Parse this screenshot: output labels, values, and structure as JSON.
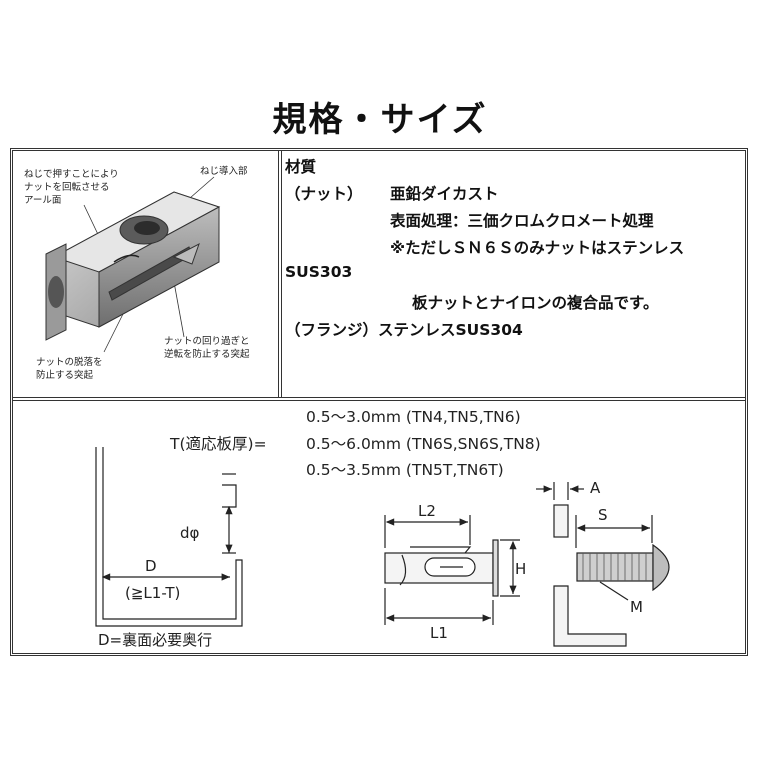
{
  "title": "規格・サイズ",
  "illustration": {
    "callouts": {
      "arc_surface": [
        "ねじで押すことにより",
        "ナットを回転させる",
        "アール面"
      ],
      "screw_entry": "ねじ導入部",
      "fall_prevention": [
        "ナットの脱落を",
        "防止する突起"
      ],
      "over_rotation": [
        "ナットの回り過ぎと",
        "逆転を防止する突起"
      ]
    }
  },
  "material": {
    "heading": "材質",
    "nut_label": "（ナット）",
    "nut_material": "亜鉛ダイカスト",
    "surface_treatment": "表面処理：三価クロムクロメート処理",
    "note_line1": "※ただしＳＮ６Ｓのみナットはステンレス",
    "note_line2": "SUS303",
    "composite": "板ナットとナイロンの複合品です。",
    "flange": "（フランジ）ステンレスSUS304"
  },
  "thickness": {
    "label": "T(適応板厚)=",
    "ranges": [
      "0.5～3.0mm  (TN4,TN5,TN6)",
      "0.5～6.0mm  (TN6S,SN6S,TN8)",
      "0.5～3.5mm  (TN5T,TN6T)"
    ]
  },
  "dimensions": {
    "d_phi": "dφ",
    "D": "D",
    "ge_l1_t": "(≧L1-T)",
    "depth_note": "D=裏面必要奥行",
    "L2": "L2",
    "H": "H",
    "L1": "L1",
    "A": "A",
    "S": "S",
    "M": "M"
  }
}
